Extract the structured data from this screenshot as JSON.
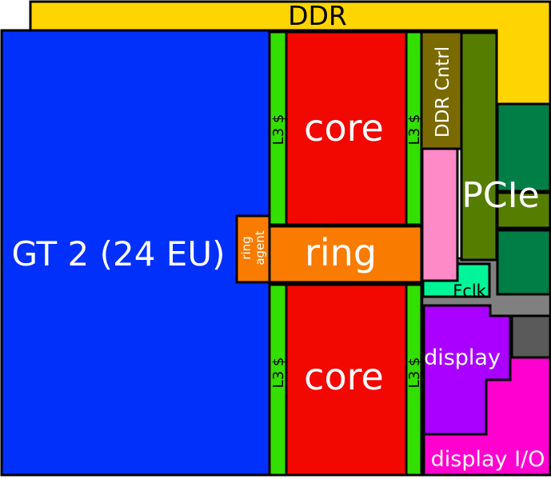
{
  "diagram": {
    "background": "#FFFFFF",
    "border_color": "#000000",
    "blocks": {
      "ddr": {
        "label": "DDR",
        "color": "#FFD500",
        "text_color": "#000000"
      },
      "gt2": {
        "label": "GT 2 (24 EU)",
        "color": "#0230FB",
        "text_color": "#FFFFFF"
      },
      "l3_cache": {
        "label": "L3 $",
        "color": "#33DF00",
        "text_color": "#000000"
      },
      "core": {
        "label": "core",
        "color": "#F20800",
        "text_color": "#FFFFFF"
      },
      "ring": {
        "label": "ring",
        "color": "#F97B00",
        "text_color": "#FFFFFF"
      },
      "ring_agent": {
        "label": "ring agent",
        "line1": "ring",
        "line2": "agent",
        "color": "#F97B00",
        "text_color": "#FFFFFF"
      },
      "ddr_cntrl": {
        "label": "DDR Cntrl",
        "color": "#7B6A00",
        "text_color": "#FFFFFF"
      },
      "pcie": {
        "label": "PCIe",
        "color": "#557E00",
        "text_color": "#FFFFFF"
      },
      "fclk": {
        "label": "Fclk",
        "color": "#00F598",
        "text_color": "#000000"
      },
      "display": {
        "label": "display",
        "color": "#AA00FF",
        "text_color": "#FFFFFF"
      },
      "display_io": {
        "label": "display I/O",
        "color": "#FF00D0",
        "text_color": "#FFFFFF"
      },
      "pink_block": {
        "color": "#FF8AC8"
      },
      "dark_green_block_upper": {
        "color": "#007E46"
      },
      "dark_green_block_lower": {
        "color": "#007E46"
      },
      "system_agent": {
        "color": "#808080"
      },
      "dark_gray_block": {
        "color": "#5A5A5A"
      }
    }
  }
}
